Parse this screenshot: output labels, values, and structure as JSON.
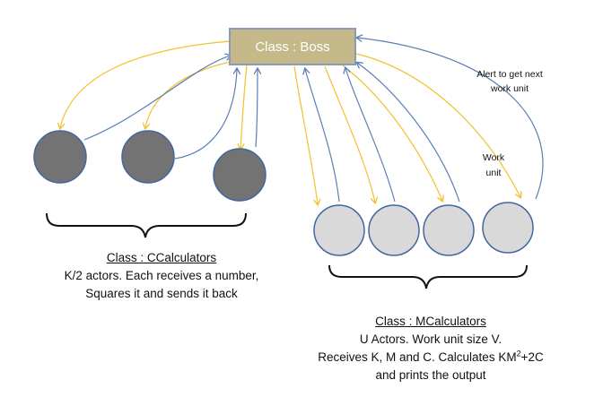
{
  "boss": {
    "label": "Class : Boss"
  },
  "annotations": {
    "alert_line1": "Alert to get next",
    "alert_line2": "work unit",
    "work_unit_line1": "Work",
    "work_unit_line2": "unit"
  },
  "ccalculators": {
    "title": "Class : CCalculators",
    "line1": "K/2 actors. Each receives a number,",
    "line2": "Squares it and sends it back",
    "actor_count": 3,
    "fill": "#737373"
  },
  "mcalculators": {
    "title": "Class : MCalculators",
    "line1": "U Actors. Work unit size V.",
    "line2_pre": "Receives K, M and C. Calculates KM",
    "line2_sup": "2",
    "line2_post": "+2C",
    "line3": "and prints the output",
    "actor_count": 4,
    "fill": "#d9d9d9"
  },
  "colors": {
    "request_arrow": "#f2c12e",
    "response_arrow": "#5b7fb5",
    "circle_stroke": "#41679f"
  }
}
